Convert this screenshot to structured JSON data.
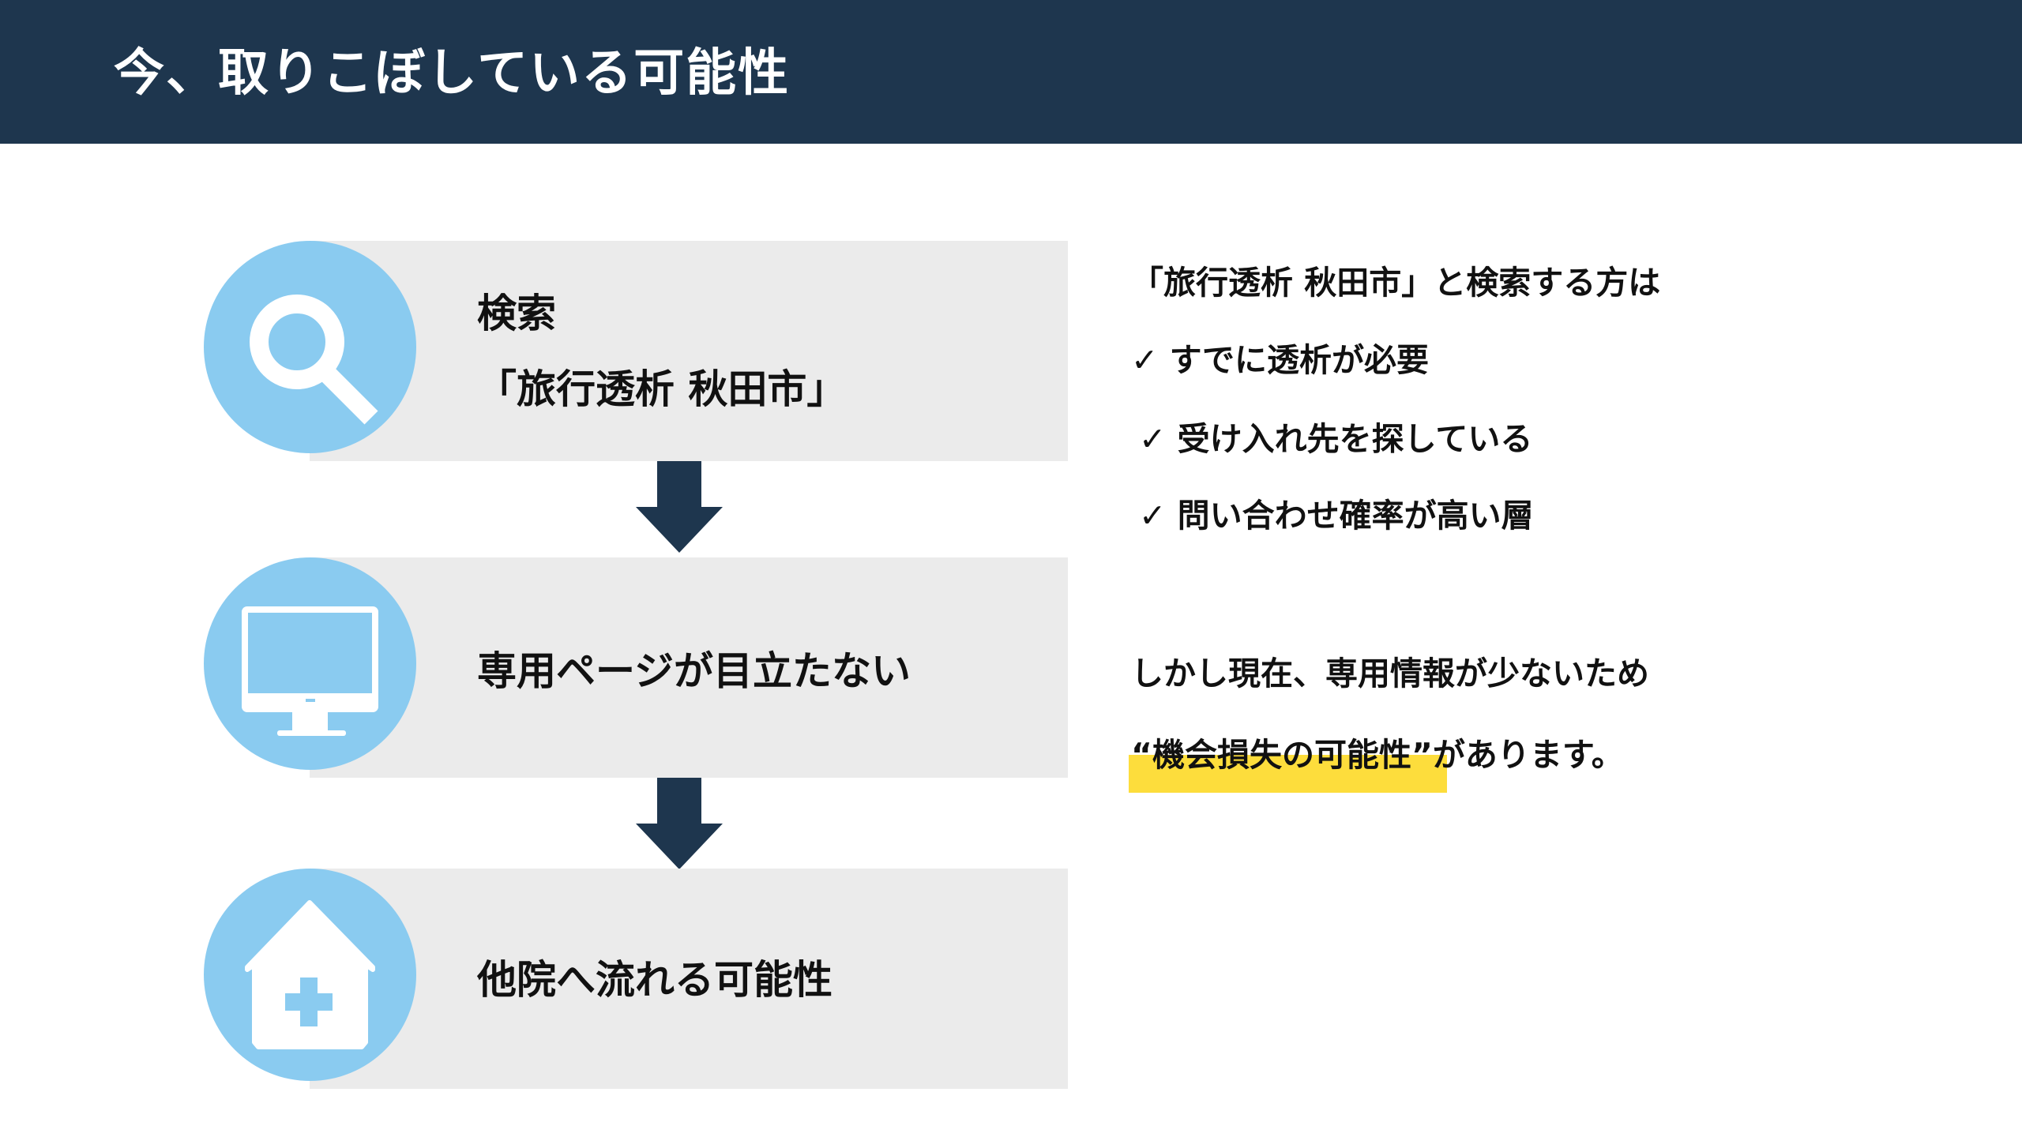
{
  "header": {
    "title": "今、取りこぼしている可能性"
  },
  "flow": [
    {
      "icon": "search-icon",
      "lines": [
        "検索",
        "「旅行透析 秋田市」"
      ]
    },
    {
      "icon": "monitor-icon",
      "lines": [
        "専用ページが目立たない"
      ]
    },
    {
      "icon": "clinic-house-icon",
      "lines": [
        "他院へ流れる可能性"
      ]
    }
  ],
  "side": {
    "intro": "「旅行透析 秋田市」と検索する方は",
    "checks": [
      "✓ すでに透析が必要",
      "✓ 受け入れ先を探している",
      "✓ 問い合わせ確率が高い層"
    ],
    "conclusion_line1": "しかし現在、専用情報が少ないため",
    "conclusion_highlight": "“機会損失の可能性”",
    "conclusion_rest": "があります。"
  },
  "colors": {
    "header": "#1e364e",
    "circle": "#8acbf0",
    "box": "#ebebeb",
    "highlight": "#fddd3c",
    "arrow": "#1e364e"
  }
}
